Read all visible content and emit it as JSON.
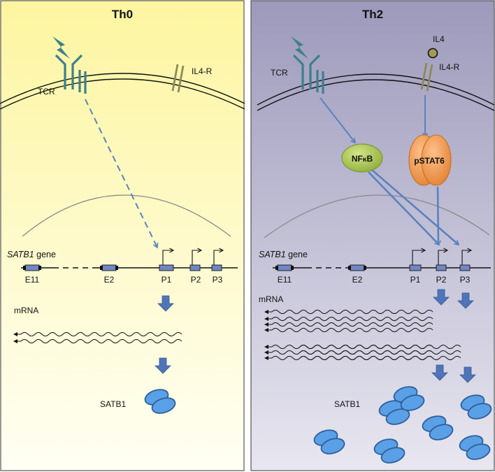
{
  "panels": {
    "left": {
      "title": "Th0",
      "receptor_tcr": "TCR",
      "receptor_il4r": "IL4-R",
      "gene_italic": "SATB1",
      "gene_suffix": " gene",
      "exons": [
        "E11",
        "E2",
        "P1",
        "P2",
        "P3"
      ],
      "mrna_label": "mRNA",
      "protein_label": "SATB1"
    },
    "right": {
      "title": "Th2",
      "ligand_il4": "IL4",
      "receptor_tcr": "TCR",
      "receptor_il4r": "IL4-R",
      "nfkb_label_prefix": "NF",
      "nfkb_label_kappa": "κ",
      "nfkb_label_suffix": "B",
      "pstat6_label": "pSTAT6",
      "gene_italic": "SATB1",
      "gene_suffix": " gene",
      "exons": [
        "E11",
        "E2",
        "P1",
        "P2",
        "P3"
      ],
      "mrna_label": "mRNA",
      "protein_label": "SATB1"
    }
  },
  "colors": {
    "left_bg_top": "#fdf7a8",
    "left_bg_bottom": "#fffff2",
    "right_bg_top": "#a09cbd",
    "right_bg_bottom": "#e6e5ef",
    "tcr": "#3e7f8c",
    "il4r": "#8d8a5a",
    "arrow_blue": "#5a82c0",
    "exon_fill": "#6f87c6",
    "nfkb": "#a3c24a",
    "pstat6": "#ef9b50",
    "il4_ball": "#a39a55",
    "satb1_protein": "#5a9fe3"
  },
  "icons": {
    "lightning": "lightning-icon",
    "down_arrow": "down-arrow-icon"
  }
}
